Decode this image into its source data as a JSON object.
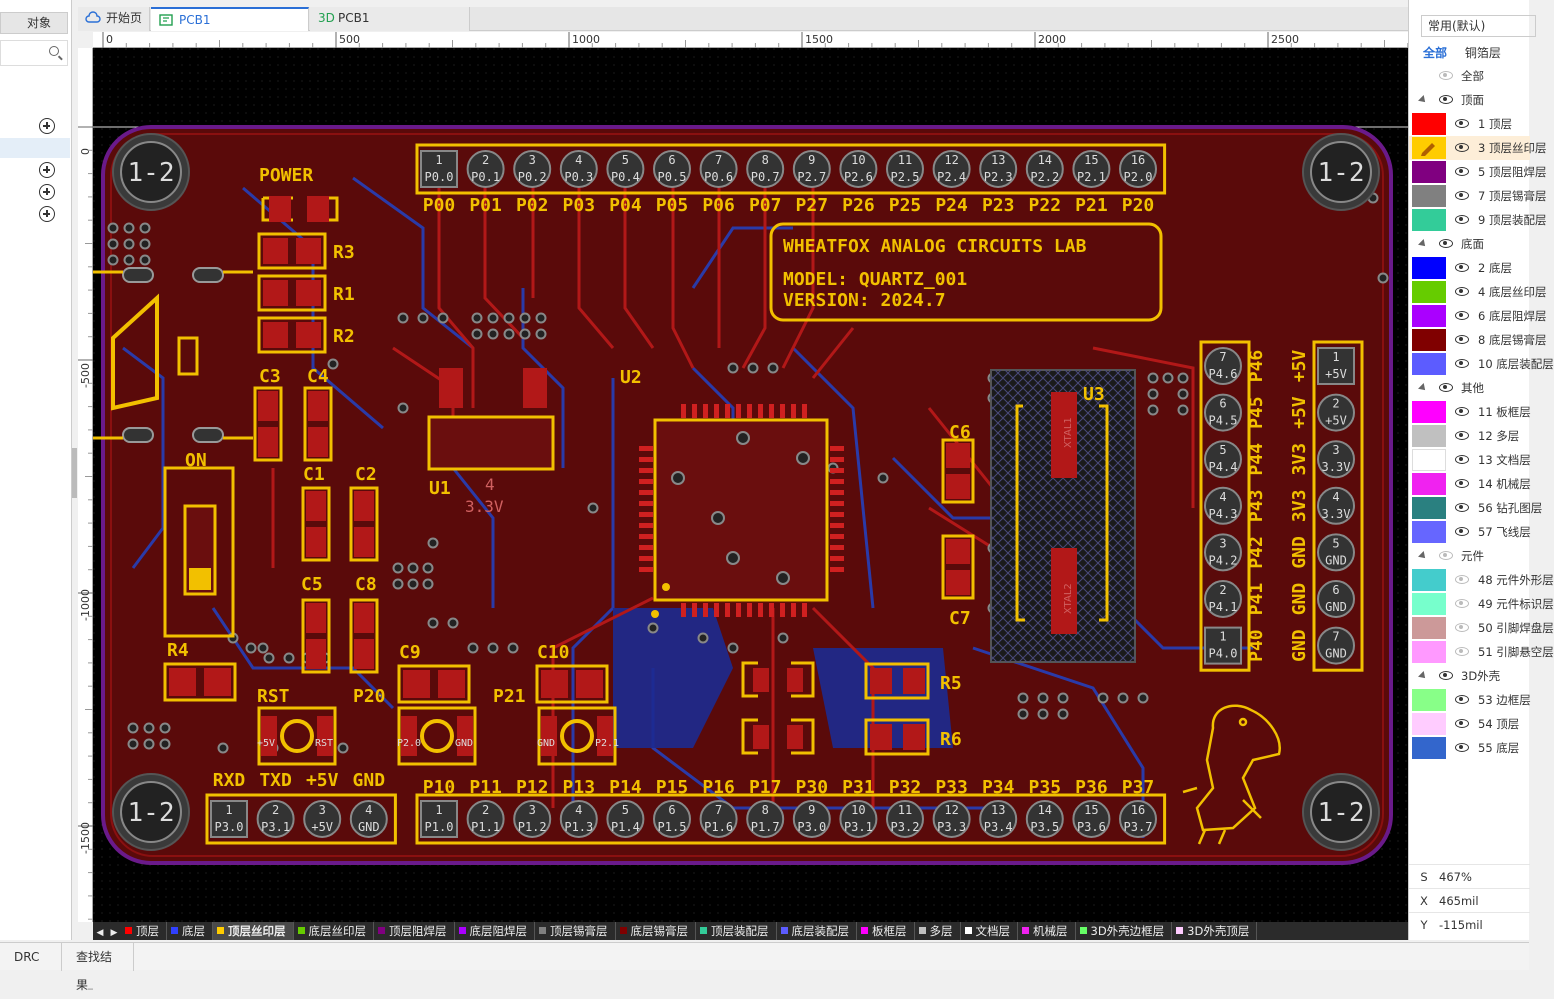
{
  "left_panel": {
    "tab_label": "对象"
  },
  "tabs": [
    {
      "label": "开始页"
    },
    {
      "label": "PCB1"
    },
    {
      "label": "PCB1",
      "prefix": "3D"
    }
  ],
  "ruler": {
    "top_ticks": [
      "0",
      "500",
      "1000",
      "1500",
      "2000",
      "2500"
    ],
    "left_ticks": [
      "0",
      "-500",
      "-1000",
      "-1500"
    ]
  },
  "pcb": {
    "mount_hole_label": "1-2",
    "header_top": {
      "pins": [
        "P0.0",
        "P0.1",
        "P0.2",
        "P0.3",
        "P0.4",
        "P0.5",
        "P0.6",
        "P0.7",
        "P2.7",
        "P2.6",
        "P2.5",
        "P2.4",
        "P2.3",
        "P2.2",
        "P2.1",
        "P2.0"
      ],
      "labels": [
        "P00",
        "P01",
        "P02",
        "P03",
        "P04",
        "P05",
        "P06",
        "P07",
        "P27",
        "P26",
        "P25",
        "P24",
        "P23",
        "P22",
        "P21",
        "P20"
      ]
    },
    "header_bottom": {
      "pins": [
        "P1.0",
        "P1.1",
        "P1.2",
        "P1.3",
        "P1.4",
        "P1.5",
        "P1.6",
        "P1.7",
        "P3.0",
        "P3.1",
        "P3.2",
        "P3.3",
        "P3.4",
        "P3.5",
        "P3.6",
        "P3.7"
      ],
      "labels": [
        "P10",
        "P11",
        "P12",
        "P13",
        "P14",
        "P15",
        "P16",
        "P17",
        "P30",
        "P31",
        "P32",
        "P33",
        "P34",
        "P35",
        "P36",
        "P37"
      ]
    },
    "header_uart": {
      "pins": [
        "P3.0",
        "P3.1",
        "+5V",
        "GND"
      ],
      "labels": [
        "RXD",
        "TXD",
        "+5V",
        "GND"
      ]
    },
    "header_p4": {
      "pins": [
        "P4.6",
        "P4.5",
        "P4.4",
        "P4.3",
        "P4.2",
        "P4.1",
        "P4.0"
      ],
      "labels": [
        "P46",
        "P45",
        "P44",
        "P43",
        "P42",
        "P41",
        "P40"
      ]
    },
    "header_power": {
      "pins": [
        "+5V",
        "+5V",
        "3.3V",
        "3.3V",
        "GND",
        "GND",
        "GND"
      ],
      "labels": [
        "+5V",
        "+5V",
        "3V3",
        "3V3",
        "GND",
        "GND",
        "GND"
      ]
    },
    "title_block": {
      "line1": "WHEATFOX ANALOG CIRCUITS LAB",
      "line2": "MODEL: QUARTZ_001",
      "line3": "VERSION: 2024.7"
    },
    "refs": {
      "power": "POWER",
      "r3": "R3",
      "r1": "R1",
      "r2": "R2",
      "c3": "C3",
      "c4": "C4",
      "on": "ON",
      "c1": "C1",
      "c2": "C2",
      "c5": "C5",
      "c8": "C8",
      "r4": "R4",
      "rst": "RST",
      "p20": "P20",
      "c9": "C9",
      "c10": "C10",
      "p21": "P21",
      "u1": "U1",
      "u2": "U2",
      "u3": "U3",
      "c6": "C6",
      "c7": "C7",
      "r5": "R5",
      "r6": "R6"
    },
    "u1_pin": "4",
    "u1_net": "3.3V",
    "btn_labels": {
      "rst_a": "+5V",
      "rst_b": "RST",
      "p20_a": "P2.0",
      "p20_b": "GND",
      "p21_a": "GND",
      "p21_b": "P2.1"
    },
    "xtal_labels": [
      "XTAL1",
      "XTAL2"
    ],
    "net_label": "3.3V"
  },
  "layer_tabs": [
    {
      "label": "顶层",
      "color": "#ff0000"
    },
    {
      "label": "底层",
      "color": "#3040ff"
    },
    {
      "label": "顶层丝印层",
      "color": "#ffcc00",
      "active": true
    },
    {
      "label": "底层丝印层",
      "color": "#66cc00"
    },
    {
      "label": "顶层阻焊层",
      "color": "#800080"
    },
    {
      "label": "底层阻焊层",
      "color": "#aa00ff"
    },
    {
      "label": "顶层锡膏层",
      "color": "#808080"
    },
    {
      "label": "底层锡膏层",
      "color": "#800000"
    },
    {
      "label": "顶层装配层",
      "color": "#33cc99"
    },
    {
      "label": "底层装配层",
      "color": "#5c5cff"
    },
    {
      "label": "板框层",
      "color": "#ff00ff"
    },
    {
      "label": "多层",
      "color": "#c0c0c0"
    },
    {
      "label": "文档层",
      "color": "#ffffff"
    },
    {
      "label": "机械层",
      "color": "#f022f0"
    },
    {
      "label": "3D外壳边框层",
      "color": "#66ff66"
    },
    {
      "label": "3D外壳顶层",
      "color": "#ffccff"
    }
  ],
  "status_tabs": [
    "DRC",
    "查找结果"
  ],
  "right_panel": {
    "preset": "常用(默认)",
    "filter_tabs": [
      "全部",
      "铜箔层"
    ],
    "rows": [
      {
        "type": "group",
        "label": "全部",
        "hidden": true
      },
      {
        "type": "group",
        "label": "顶面"
      },
      {
        "type": "item",
        "label": "1 顶层",
        "color": "#ff0000"
      },
      {
        "type": "item",
        "label": "3 顶层丝印层",
        "color": "#ffcc00",
        "selected": true
      },
      {
        "type": "item",
        "label": "5 顶层阻焊层",
        "color": "#800080"
      },
      {
        "type": "item",
        "label": "7 顶层锡膏层",
        "color": "#808080"
      },
      {
        "type": "item",
        "label": "9 顶层装配层",
        "color": "#33cc99"
      },
      {
        "type": "group",
        "label": "底面"
      },
      {
        "type": "item",
        "label": "2 底层",
        "color": "#0000ff"
      },
      {
        "type": "item",
        "label": "4 底层丝印层",
        "color": "#66cc00"
      },
      {
        "type": "item",
        "label": "6 底层阻焊层",
        "color": "#aa00ff"
      },
      {
        "type": "item",
        "label": "8 底层锡膏层",
        "color": "#800000"
      },
      {
        "type": "item",
        "label": "10 底层装配层",
        "color": "#5c5cff"
      },
      {
        "type": "group",
        "label": "其他"
      },
      {
        "type": "item",
        "label": "11 板框层",
        "color": "#ff00ff"
      },
      {
        "type": "item",
        "label": "12 多层",
        "color": "#c0c0c0"
      },
      {
        "type": "item",
        "label": "13 文档层",
        "color": "#ffffff"
      },
      {
        "type": "item",
        "label": "14 机械层",
        "color": "#f022f0"
      },
      {
        "type": "item",
        "label": "56 钻孔图层",
        "color": "#2a8080"
      },
      {
        "type": "item",
        "label": "57 飞线层",
        "color": "#6666ff"
      },
      {
        "type": "group",
        "label": "元件",
        "hidden": true
      },
      {
        "type": "item",
        "label": "48 元件外形层",
        "color": "#44cccc",
        "hidden": true
      },
      {
        "type": "item",
        "label": "49 元件标识层",
        "color": "#77ffcc",
        "hidden": true
      },
      {
        "type": "item",
        "label": "50 引脚焊盘层",
        "color": "#cc9999",
        "hidden": true
      },
      {
        "type": "item",
        "label": "51 引脚悬空层",
        "color": "#ff99ff",
        "hidden": true
      },
      {
        "type": "group",
        "label": "3D外壳"
      },
      {
        "type": "item",
        "label": "53 边框层",
        "color": "#88ff88"
      },
      {
        "type": "item",
        "label": "54 顶层",
        "color": "#ffccff"
      },
      {
        "type": "item",
        "label": "55 底层",
        "color": "#3366cc"
      }
    ],
    "coords": {
      "s_label": "S",
      "s": "467%",
      "x_label": "X",
      "x": "465mil",
      "y_label": "Y",
      "y": "-115mil"
    }
  }
}
